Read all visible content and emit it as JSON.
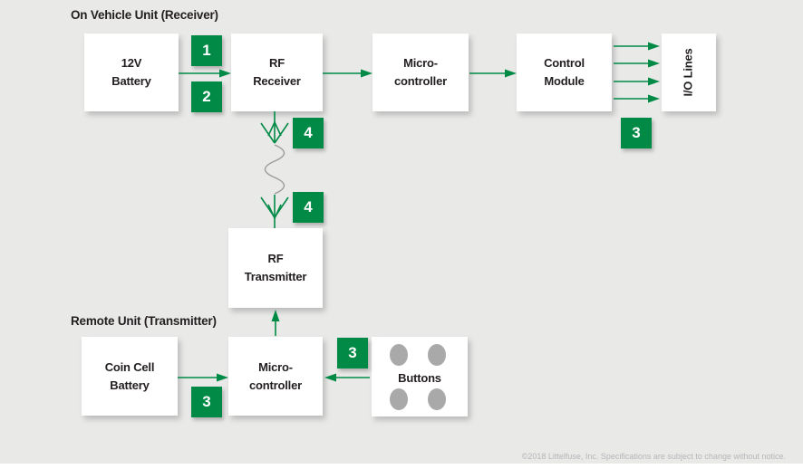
{
  "colors": {
    "background": "#e9e9e8",
    "accent_green": "#008a46",
    "box_fill": "#ffffff",
    "text": "#231f20",
    "wave_gray": "#9b9b9b",
    "button_dot_gray": "#a9a9a9",
    "footer_gray": "#b4b7b9"
  },
  "sections": {
    "receiver_title": "On Vehicle Unit (Receiver)",
    "transmitter_title": "Remote Unit (Transmitter)"
  },
  "blocks": {
    "battery_12v": {
      "line1": "12V",
      "line2": "Battery"
    },
    "rf_receiver": {
      "line1": "RF",
      "line2": "Receiver"
    },
    "microcontroller_receiver": {
      "line1": "Micro-",
      "line2": "controller"
    },
    "control_module": {
      "line1": "Control",
      "line2": "Module"
    },
    "io_lines": {
      "label": "I/O Lines"
    },
    "rf_transmitter": {
      "line1": "RF",
      "line2": "Transmitter"
    },
    "coin_cell_battery": {
      "line1": "Coin Cell",
      "line2": "Battery"
    },
    "microcontroller_remote": {
      "line1": "Micro-",
      "line2": "controller"
    },
    "buttons": {
      "label": "Buttons"
    }
  },
  "badges": {
    "battery_to_receiver_top": "1",
    "battery_to_receiver_bottom": "2",
    "io_lines": "3",
    "antenna_receiver": "4",
    "antenna_transmitter": "4",
    "coin_cell": "3",
    "buttons": "3"
  },
  "footer": {
    "copyright": "©2018 Littelfuse, Inc. Specifications are subject to change without notice."
  }
}
